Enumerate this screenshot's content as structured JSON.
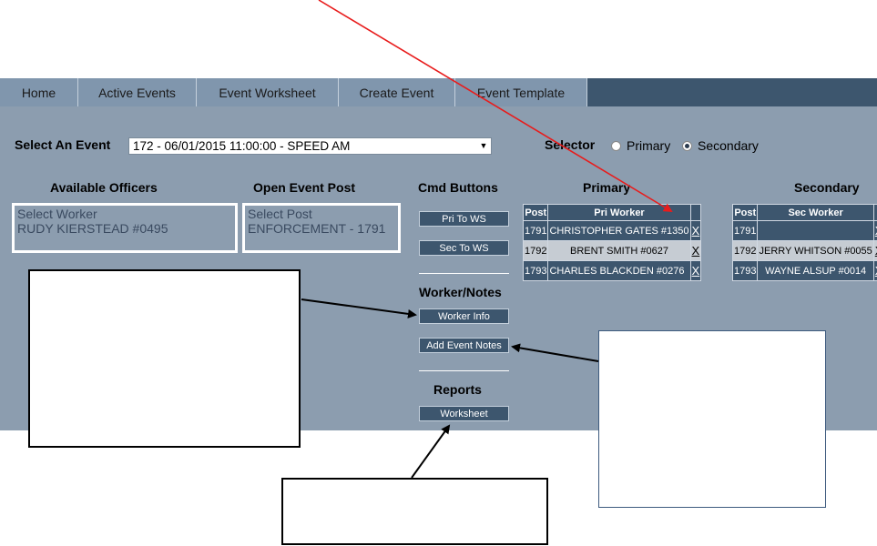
{
  "nav": {
    "tabs": [
      "Home",
      "Active Events",
      "Event Worksheet",
      "Create Event",
      "Event Template"
    ]
  },
  "event": {
    "label": "Select An Event",
    "selected": "172 - 06/01/2015 11:00:00 - SPEED AM"
  },
  "selector": {
    "label": "Selector",
    "options": [
      "Primary",
      "Secondary"
    ],
    "checked": "Secondary"
  },
  "available_officers": {
    "title": "Available Officers",
    "items": [
      "Select Worker",
      "RUDY KIERSTEAD #0495"
    ]
  },
  "open_post": {
    "title": "Open Event Post",
    "items": [
      "Select Post",
      "ENFORCEMENT - 1791"
    ]
  },
  "cmd": {
    "title": "Cmd Buttons",
    "pri_to_ws": "Pri To WS",
    "sec_to_ws": "Sec To WS"
  },
  "worker_notes": {
    "title": "Worker/Notes",
    "worker_info": "Worker Info",
    "add_event_notes": "Add Event Notes"
  },
  "reports": {
    "title": "Reports",
    "worksheet": "Worksheet"
  },
  "primary": {
    "title": "Primary",
    "headers": [
      "Post",
      "Pri Worker",
      ""
    ],
    "rows": [
      {
        "post": "1791",
        "worker": "CHRISTOPHER GATES #1350",
        "del": "X"
      },
      {
        "post": "1792",
        "worker": "BRENT SMITH #0627",
        "del": "X"
      },
      {
        "post": "1793",
        "worker": "CHARLES BLACKDEN #0276",
        "del": "X"
      }
    ]
  },
  "secondary": {
    "title": "Secondary",
    "headers": [
      "Post",
      "Sec Worker",
      ""
    ],
    "rows": [
      {
        "post": "1791",
        "worker": "",
        "del": "X"
      },
      {
        "post": "1792",
        "worker": "JERRY WHITSON #0055",
        "del": "X"
      },
      {
        "post": "1793",
        "worker": "WAYNE ALSUP #0014",
        "del": "X"
      }
    ]
  },
  "colors": {
    "nav_dark": "#3d566e",
    "tab": "#8096ad",
    "panel": "#8c9daf",
    "annotation_red": "#e81c1c"
  }
}
